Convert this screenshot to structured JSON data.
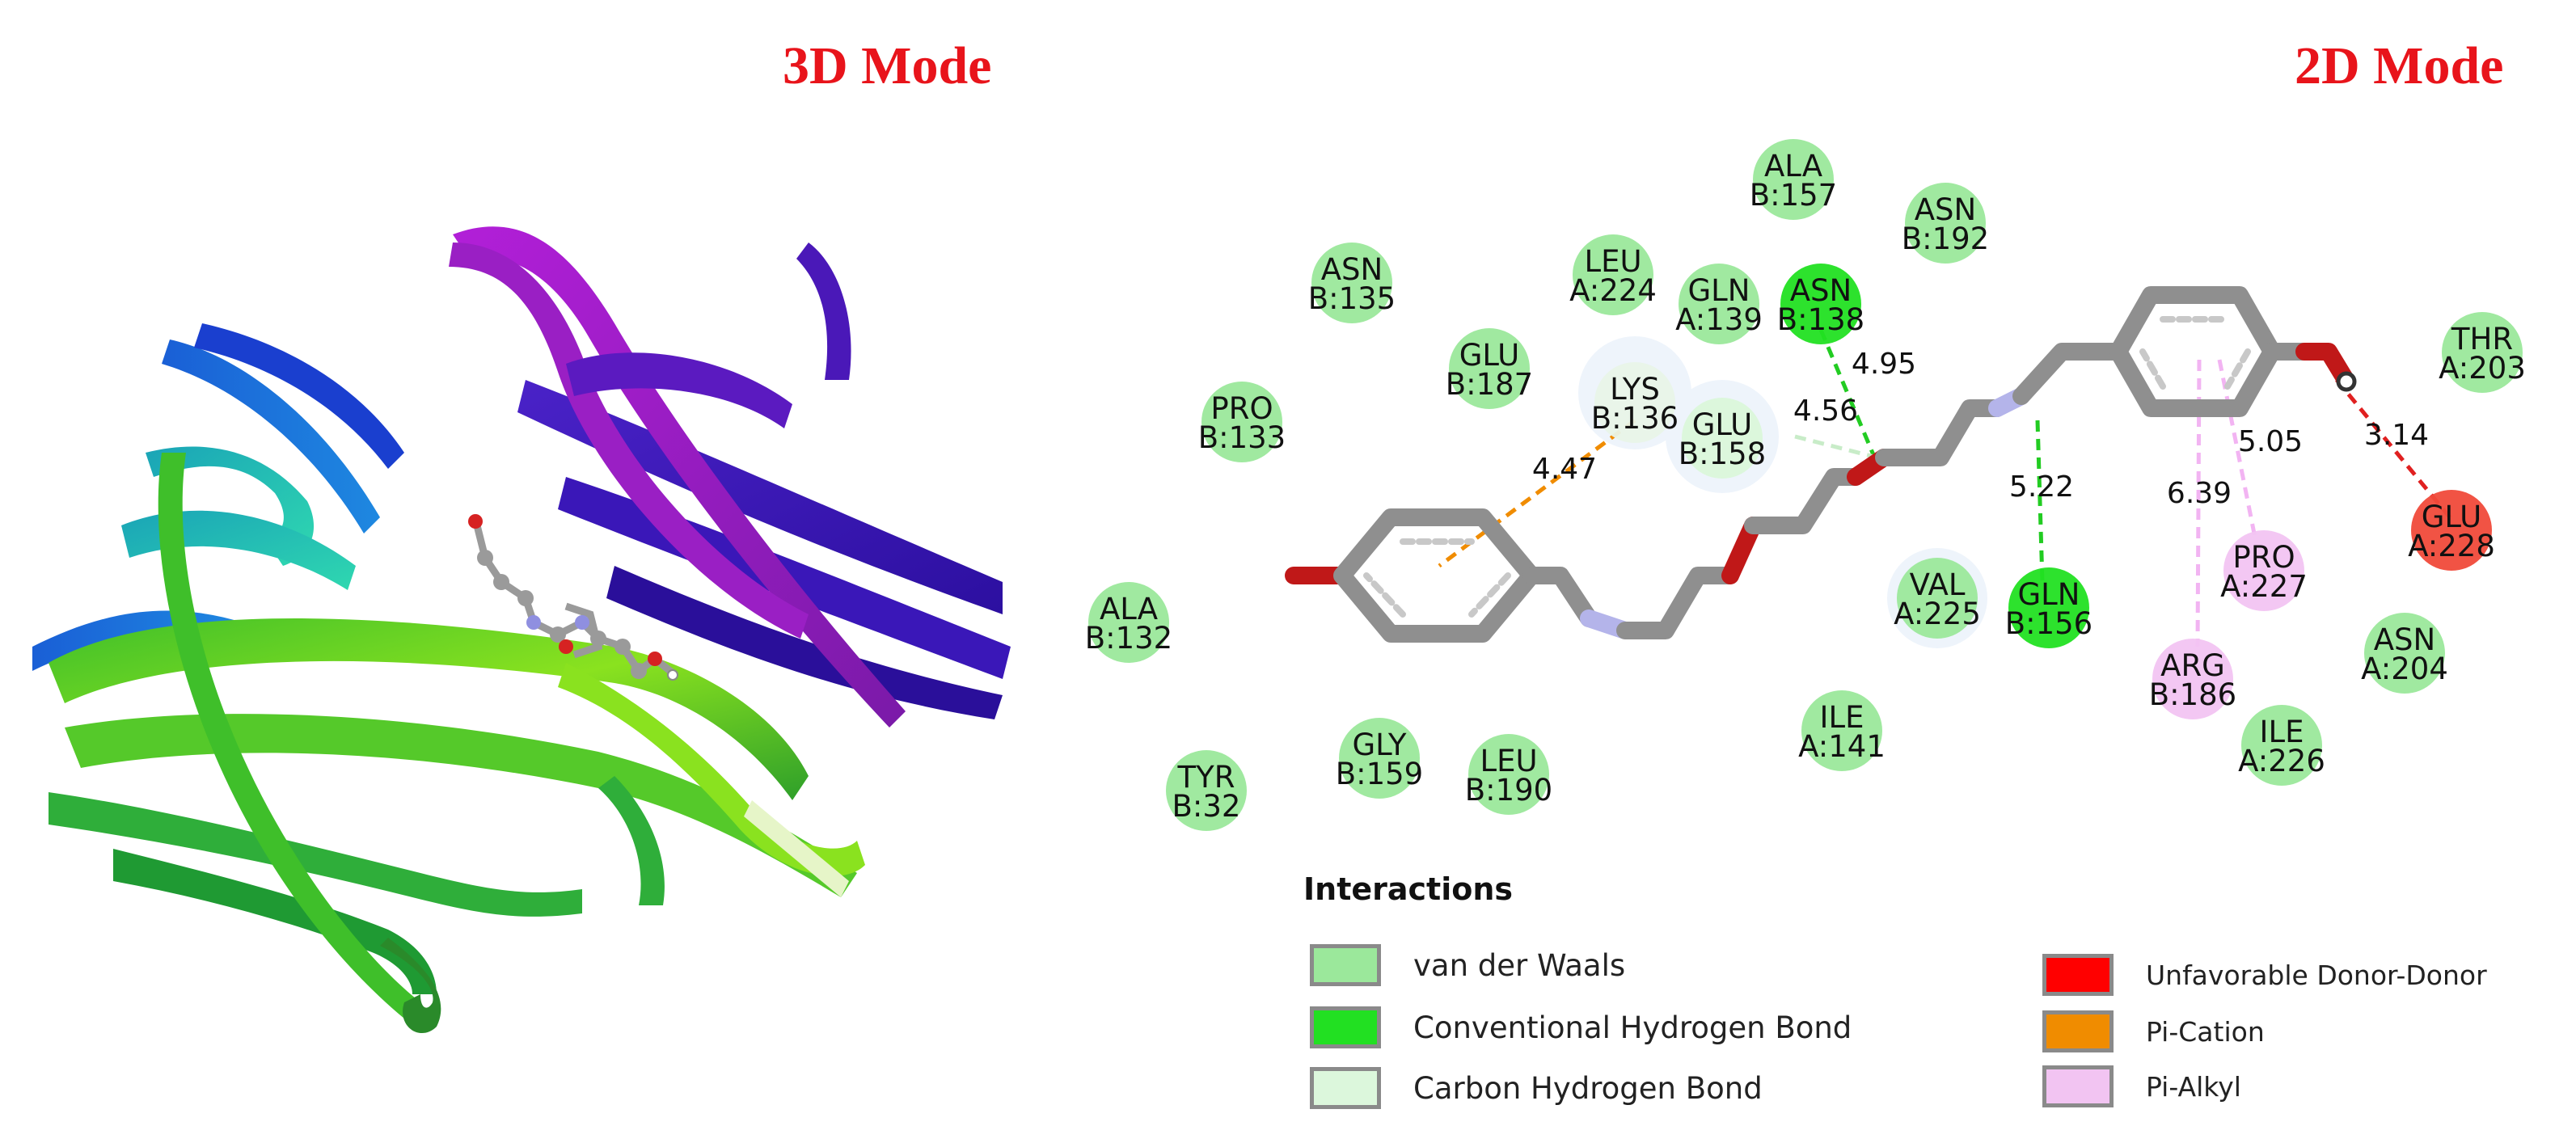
{
  "titles": {
    "mode_3d": "3D Mode",
    "mode_2d": "2D Mode"
  },
  "colors": {
    "title_red": "#e8141b",
    "van_der_waals": "#9be89b",
    "conventional_hydrogen_bond": "#22e022",
    "carbon_hydrogen_bond": "#dcf7dc",
    "unfavorable_donor_donor": "#ff0000",
    "pi_cation": "#f08c00",
    "pi_alkyl": "#f2c4f2",
    "ligand_bond": "#8f8f8f",
    "oxygen": "#d9251a",
    "nitrogen": "#a9a9e6"
  },
  "residues": [
    {
      "name": "ALA",
      "chain_id": "B:157",
      "type": "van_der_waals"
    },
    {
      "name": "ASN",
      "chain_id": "B:192",
      "type": "van_der_waals"
    },
    {
      "name": "ASN",
      "chain_id": "B:135",
      "type": "van_der_waals"
    },
    {
      "name": "LEU",
      "chain_id": "A:224",
      "type": "van_der_waals"
    },
    {
      "name": "GLN",
      "chain_id": "A:139",
      "type": "van_der_waals"
    },
    {
      "name": "ASN",
      "chain_id": "B:138",
      "type": "conventional_hydrogen_bond"
    },
    {
      "name": "THR",
      "chain_id": "A:203",
      "type": "van_der_waals"
    },
    {
      "name": "GLU",
      "chain_id": "B:187",
      "type": "van_der_waals"
    },
    {
      "name": "LYS",
      "chain_id": "B:136",
      "type": "pi_cation"
    },
    {
      "name": "GLU",
      "chain_id": "B:158",
      "type": "carbon_hydrogen_bond"
    },
    {
      "name": "PRO",
      "chain_id": "B:133",
      "type": "van_der_waals"
    },
    {
      "name": "GLU",
      "chain_id": "A:228",
      "type": "unfavorable_donor_donor"
    },
    {
      "name": "PRO",
      "chain_id": "A:227",
      "type": "pi_alkyl"
    },
    {
      "name": "VAL",
      "chain_id": "A:225",
      "type": "van_der_waals"
    },
    {
      "name": "GLN",
      "chain_id": "B:156",
      "type": "conventional_hydrogen_bond"
    },
    {
      "name": "ALA",
      "chain_id": "B:132",
      "type": "van_der_waals"
    },
    {
      "name": "ARG",
      "chain_id": "B:186",
      "type": "pi_alkyl"
    },
    {
      "name": "ASN",
      "chain_id": "A:204",
      "type": "van_der_waals"
    },
    {
      "name": "ILE",
      "chain_id": "A:141",
      "type": "van_der_waals"
    },
    {
      "name": "ILE",
      "chain_id": "A:226",
      "type": "van_der_waals"
    },
    {
      "name": "TYR",
      "chain_id": "B:32",
      "type": "van_der_waals"
    },
    {
      "name": "GLY",
      "chain_id": "B:159",
      "type": "van_der_waals"
    },
    {
      "name": "LEU",
      "chain_id": "B:190",
      "type": "van_der_waals"
    }
  ],
  "distances": [
    "4.95",
    "4.56",
    "4.47",
    "5.22",
    "5.05",
    "6.39",
    "3.14"
  ],
  "legend": {
    "title": "Interactions",
    "items": [
      {
        "label": "van der Waals",
        "color": "#9be89b"
      },
      {
        "label": "Conventional Hydrogen Bond",
        "color": "#22e022"
      },
      {
        "label": "Carbon Hydrogen Bond",
        "color": "#dcf7dc"
      },
      {
        "label": "Unfavorable Donor-Donor",
        "color": "#ff0000"
      },
      {
        "label": "Pi-Cation",
        "color": "#f08c00"
      },
      {
        "label": "Pi-Alkyl",
        "color": "#f2c4f2"
      }
    ]
  }
}
